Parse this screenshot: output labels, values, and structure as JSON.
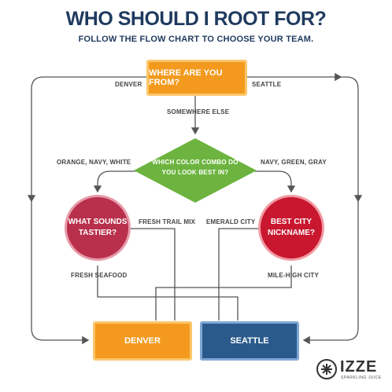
{
  "title": "WHO SHOULD I ROOT FOR?",
  "subtitle": "FOLLOW THE FLOW CHART TO CHOOSE YOUR TEAM.",
  "start": {
    "label": "WHERE ARE YOU FROM?"
  },
  "start_options": {
    "left": "DENVER",
    "right": "SEATTLE",
    "down": "SOMEWHERE ELSE"
  },
  "diamond": {
    "line1": "WHICH COLOR COMBO DO",
    "line2": "YOU LOOK BEST IN?"
  },
  "diamond_options": {
    "left": "ORANGE, NAVY, WHITE",
    "right": "NAVY, GREEN, GRAY"
  },
  "left_question": {
    "line1": "WHAT SOUNDS",
    "line2": "TASTIER?"
  },
  "left_options": {
    "top": "FRESH TRAIL MIX",
    "bottom": "FRESH SEAFOOD"
  },
  "right_question": {
    "line1": "BEST CITY",
    "line2": "NICKNAME?"
  },
  "right_options": {
    "top": "EMERALD CITY",
    "bottom": "MILE-HIGH CITY"
  },
  "results": {
    "denver": "DENVER",
    "seattle": "SEATTLE"
  },
  "brand": {
    "name": "IZZE",
    "tagline": "SPARKLING JUICE"
  },
  "colors": {
    "navy": "#1f3a5f",
    "orange": "#f39a1e",
    "green": "#6cb43f",
    "crimson": "#b8304c",
    "red": "#c8172f",
    "blue": "#2a5a8c",
    "line": "#555555"
  }
}
